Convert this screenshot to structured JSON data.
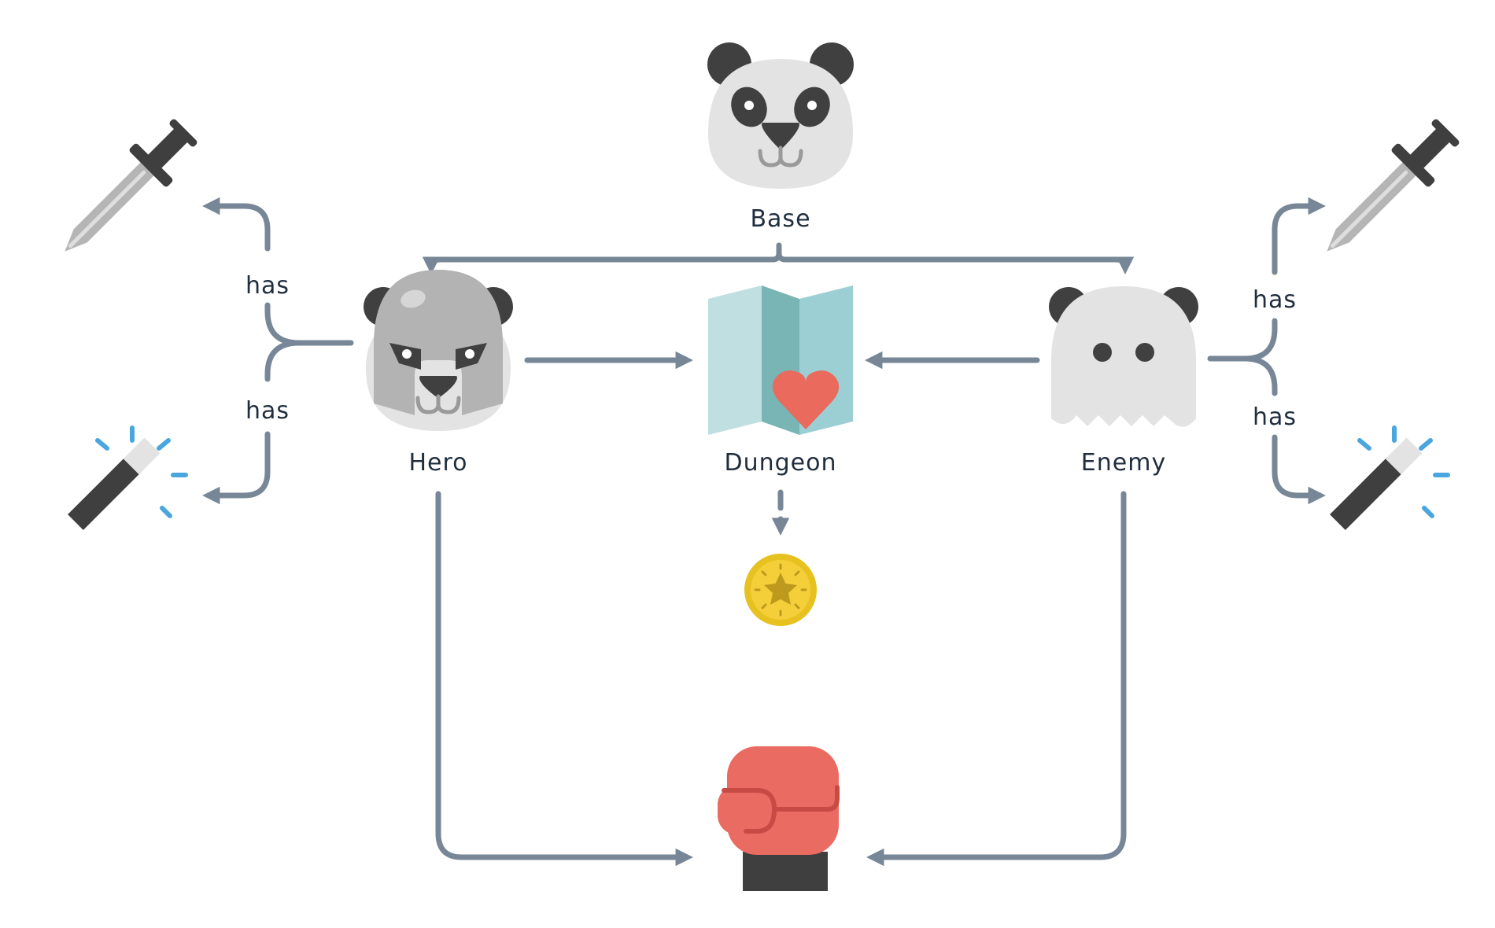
{
  "nodes": {
    "base": {
      "label": "Base",
      "icon": "panda-face-icon"
    },
    "hero": {
      "label": "Hero",
      "icon": "helmeted-panda-icon"
    },
    "dungeon": {
      "label": "Dungeon",
      "icon": "map-with-heart-icon"
    },
    "enemy": {
      "label": "Enemy",
      "icon": "ghost-panda-icon"
    },
    "coin": {
      "icon": "gold-star-coin-icon"
    },
    "fight": {
      "icon": "boxing-glove-icon"
    }
  },
  "relations": {
    "hero_sword": "has",
    "hero_wand": "has",
    "enemy_sword": "has",
    "enemy_wand": "has"
  },
  "items": {
    "sword": {
      "icon": "sword-icon"
    },
    "wand": {
      "icon": "magic-wand-icon"
    }
  },
  "colors": {
    "connector": "#778797",
    "text": "#1f2d3d",
    "panda_dark": "#404040",
    "panda_light": "#e3e3e3",
    "heart": "#ea6a5d",
    "map_light": "#bfdfe1",
    "map_mid": "#78b5b4",
    "coin": "#f4cf3a",
    "spark": "#4aa6de",
    "glove_red": "#ea6b62"
  }
}
